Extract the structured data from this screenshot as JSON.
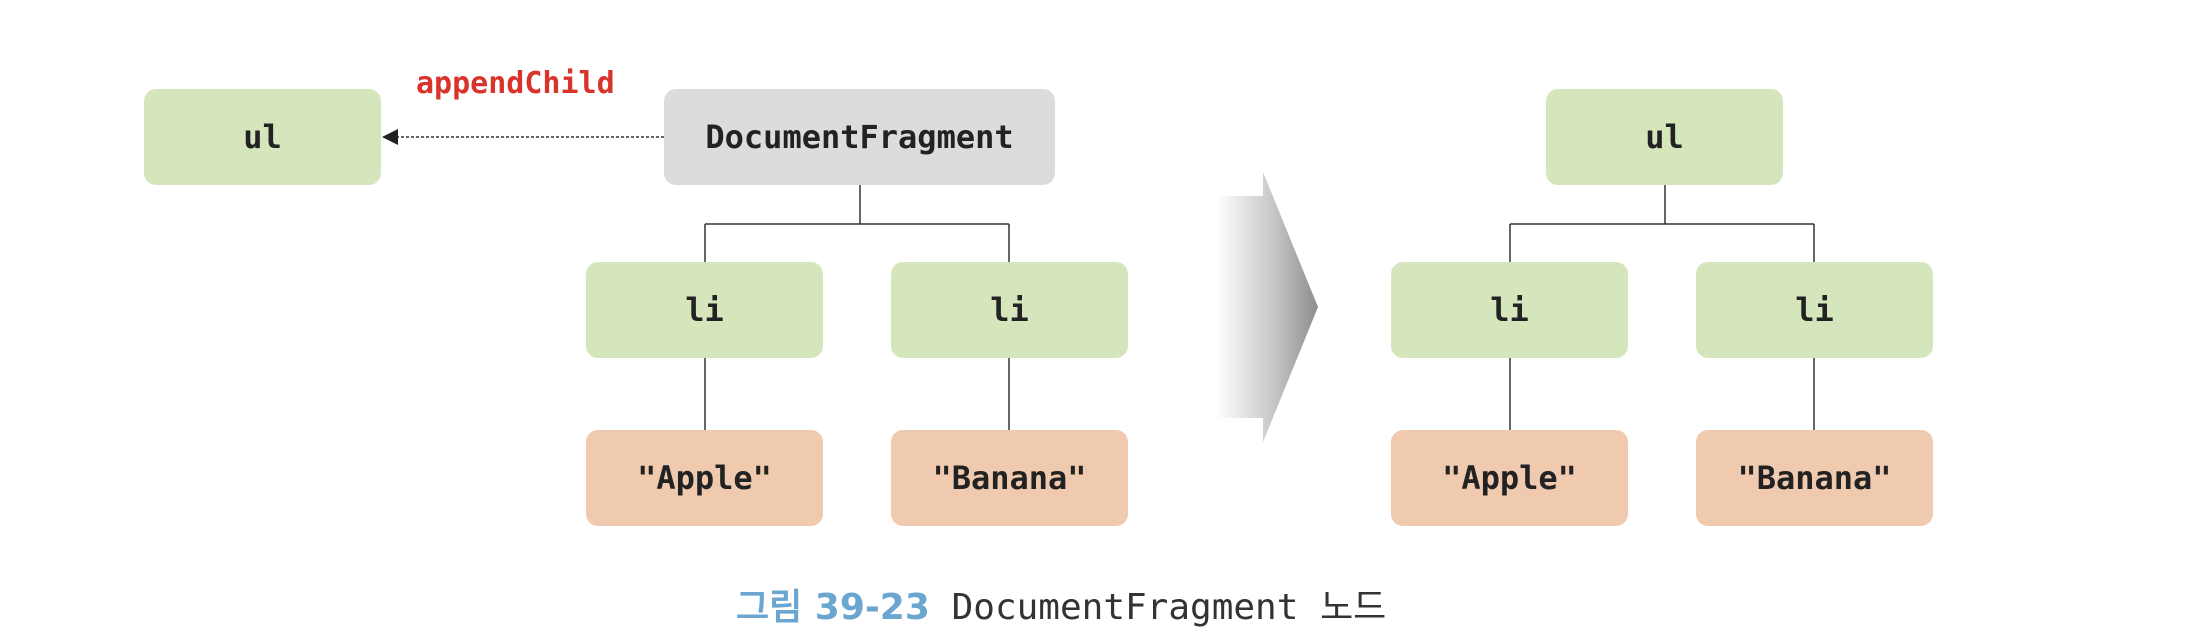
{
  "left_tree": {
    "target": "ul",
    "action": "appendChild",
    "fragment": "DocumentFragment",
    "items": [
      {
        "tag": "li",
        "text": "\"Apple\""
      },
      {
        "tag": "li",
        "text": "\"Banana\""
      }
    ]
  },
  "right_tree": {
    "root": "ul",
    "items": [
      {
        "tag": "li",
        "text": "\"Apple\""
      },
      {
        "tag": "li",
        "text": "\"Banana\""
      }
    ]
  },
  "caption": {
    "number": "그림 39-23",
    "text": "DocumentFragment 노드"
  },
  "colors": {
    "element_node": "#d5e6bd",
    "fragment_node": "#dcdcdc",
    "text_node": "#efcaae",
    "action_label": "#d9342b",
    "caption_number": "#6aa6d0"
  }
}
